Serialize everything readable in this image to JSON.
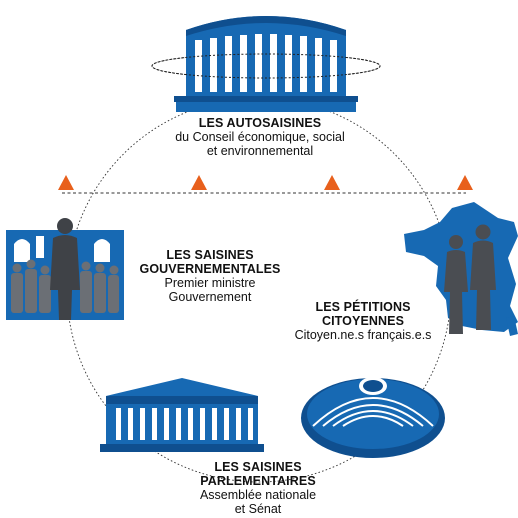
{
  "colors": {
    "blue": "#1769b3",
    "dark_blue": "#0f4f8f",
    "figure_gray": "#4a4d52",
    "figure_light": "#6b6f75",
    "accent_orange": "#e8601c",
    "circle_line": "#333333"
  },
  "icons": [
    "cese-building-icon",
    "government-people-icon",
    "france-map-icon",
    "citizens-icon",
    "national-assembly-icon",
    "senate-hemicycle-icon",
    "warning-triangle-icon"
  ],
  "nodes": {
    "autosaisines": {
      "title": "LES AUTOSAISINES",
      "line1": "du Conseil économique, social",
      "line2": "et environnemental"
    },
    "gouvernementales": {
      "title1": "LES SAISINES",
      "title2": "GOUVERNEMENTALES",
      "line1": "Premier ministre",
      "line2": "Gouvernement"
    },
    "petitions": {
      "title1": "LES PÉTITIONS",
      "title2": "CITOYENNES",
      "line1": "Citoyen.ne.s français.e.s"
    },
    "parlementaires": {
      "title1": "LES SAISINES",
      "title2": "PARLEMENTAIRES",
      "line1": "Assemblée nationale",
      "line2": "et Sénat"
    }
  }
}
